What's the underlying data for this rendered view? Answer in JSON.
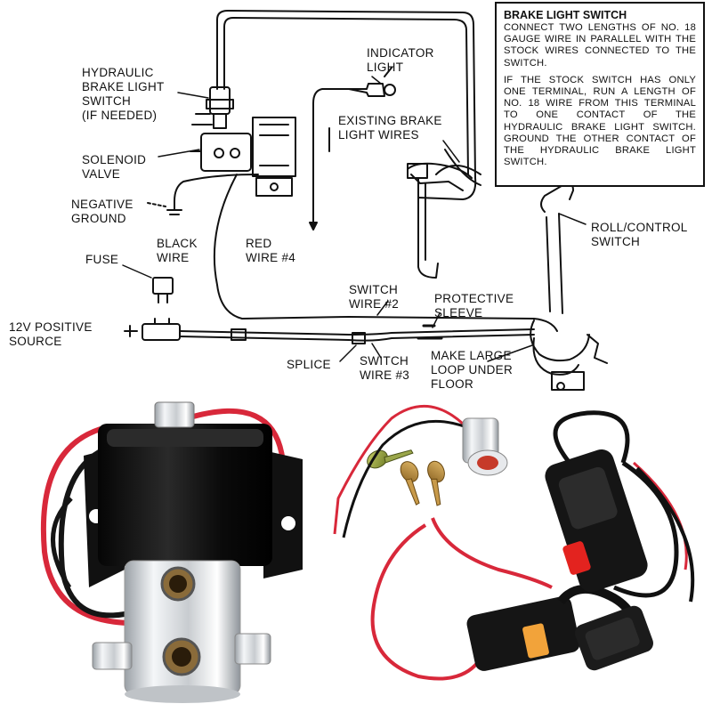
{
  "diagram": {
    "labels": {
      "hydraulic_switch": "HYDRAULIC\nBRAKE LIGHT\nSWITCH\n(IF NEEDED)",
      "solenoid_valve": "SOLENOID\nVALVE",
      "negative_ground": "NEGATIVE\nGROUND",
      "black_wire": "BLACK\nWIRE",
      "red_wire": "RED\nWIRE #4",
      "fuse": "FUSE",
      "positive_source": "12V POSITIVE\nSOURCE",
      "indicator_light": "INDICATOR\nLIGHT",
      "existing_brake_wires": "EXISTING BRAKE\nLIGHT WIRES",
      "roll_control_switch": "ROLL/CONTROL\nSWITCH",
      "switch_wire_2": "SWITCH\nWIRE #2",
      "protective_sleeve": "PROTECTIVE\nSLEEVE",
      "splice": "SPLICE",
      "switch_wire_3": "SWITCH\nWIRE #3",
      "make_large_loop": "MAKE LARGE\nLOOP UNDER\nFLOOR"
    },
    "note": {
      "title": "BRAKE LIGHT SWITCH",
      "paragraph1": "CONNECT TWO LENGTHS OF NO. 18 GAUGE WIRE IN PARALLEL WITH THE STOCK WIRES CONNECTED TO THE SWITCH.",
      "paragraph2": "IF THE STOCK SWITCH HAS ONLY ONE TERMINAL, RUN A LENGTH OF NO. 18 WIRE FROM THIS TERMINAL TO ONE CONTACT OF THE HYDRAULIC BRAKE LIGHT SWITCH. GROUND THE OTHER CONTACT OF THE HYDRAULIC BRAKE LIGHT SWITCH."
    }
  },
  "colors": {
    "line": "#111111",
    "red_wire": "#d8283a",
    "black_wire": "#151515",
    "solenoid_body": "#0e0e0e",
    "chrome": "#d9dcdf",
    "fuse_blade": "#f2a33a",
    "brass_screw": "#b88a3e",
    "green_screw": "#8b9a3a",
    "red_button": "#e3231f"
  }
}
